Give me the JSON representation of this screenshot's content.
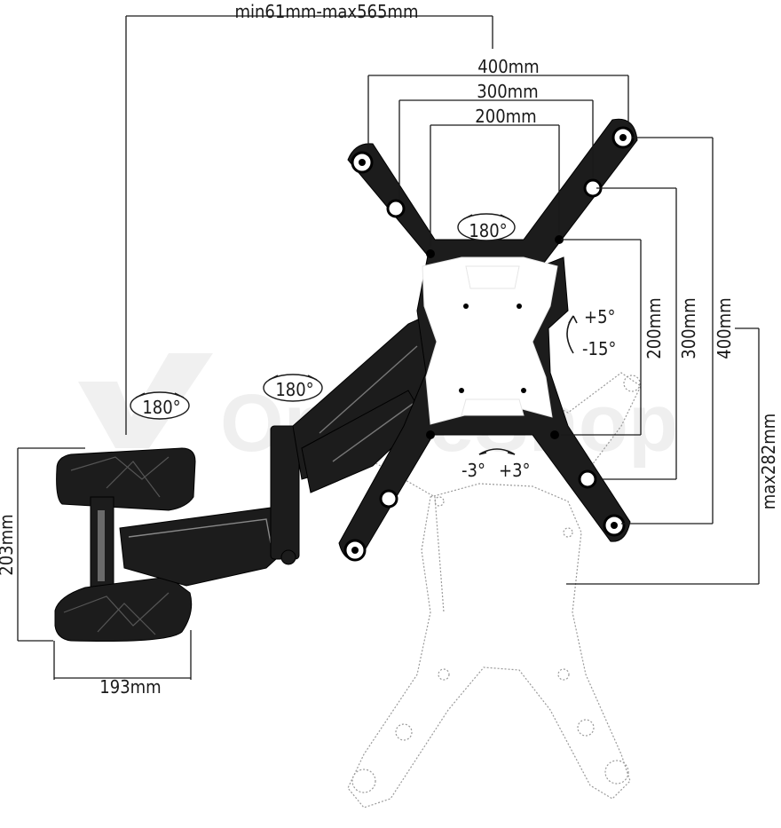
{
  "watermark": {
    "text": "OnlineShop"
  },
  "dimensions": {
    "reach": "min61mm-max565mm",
    "vesa_400": "400mm",
    "vesa_300": "300mm",
    "vesa_200": "200mm",
    "v_200": "200mm",
    "v_300": "300mm",
    "v_400": "400mm",
    "max_height": "max282mm",
    "wall_height": "203mm",
    "wall_width": "193mm"
  },
  "rotation_labels": {
    "plate": "180°",
    "arm": "180°",
    "wall": "180°"
  },
  "tilt": {
    "up": "+5°",
    "down": "-15°"
  },
  "swivel": {
    "left": "-3°",
    "right": "+3°"
  }
}
